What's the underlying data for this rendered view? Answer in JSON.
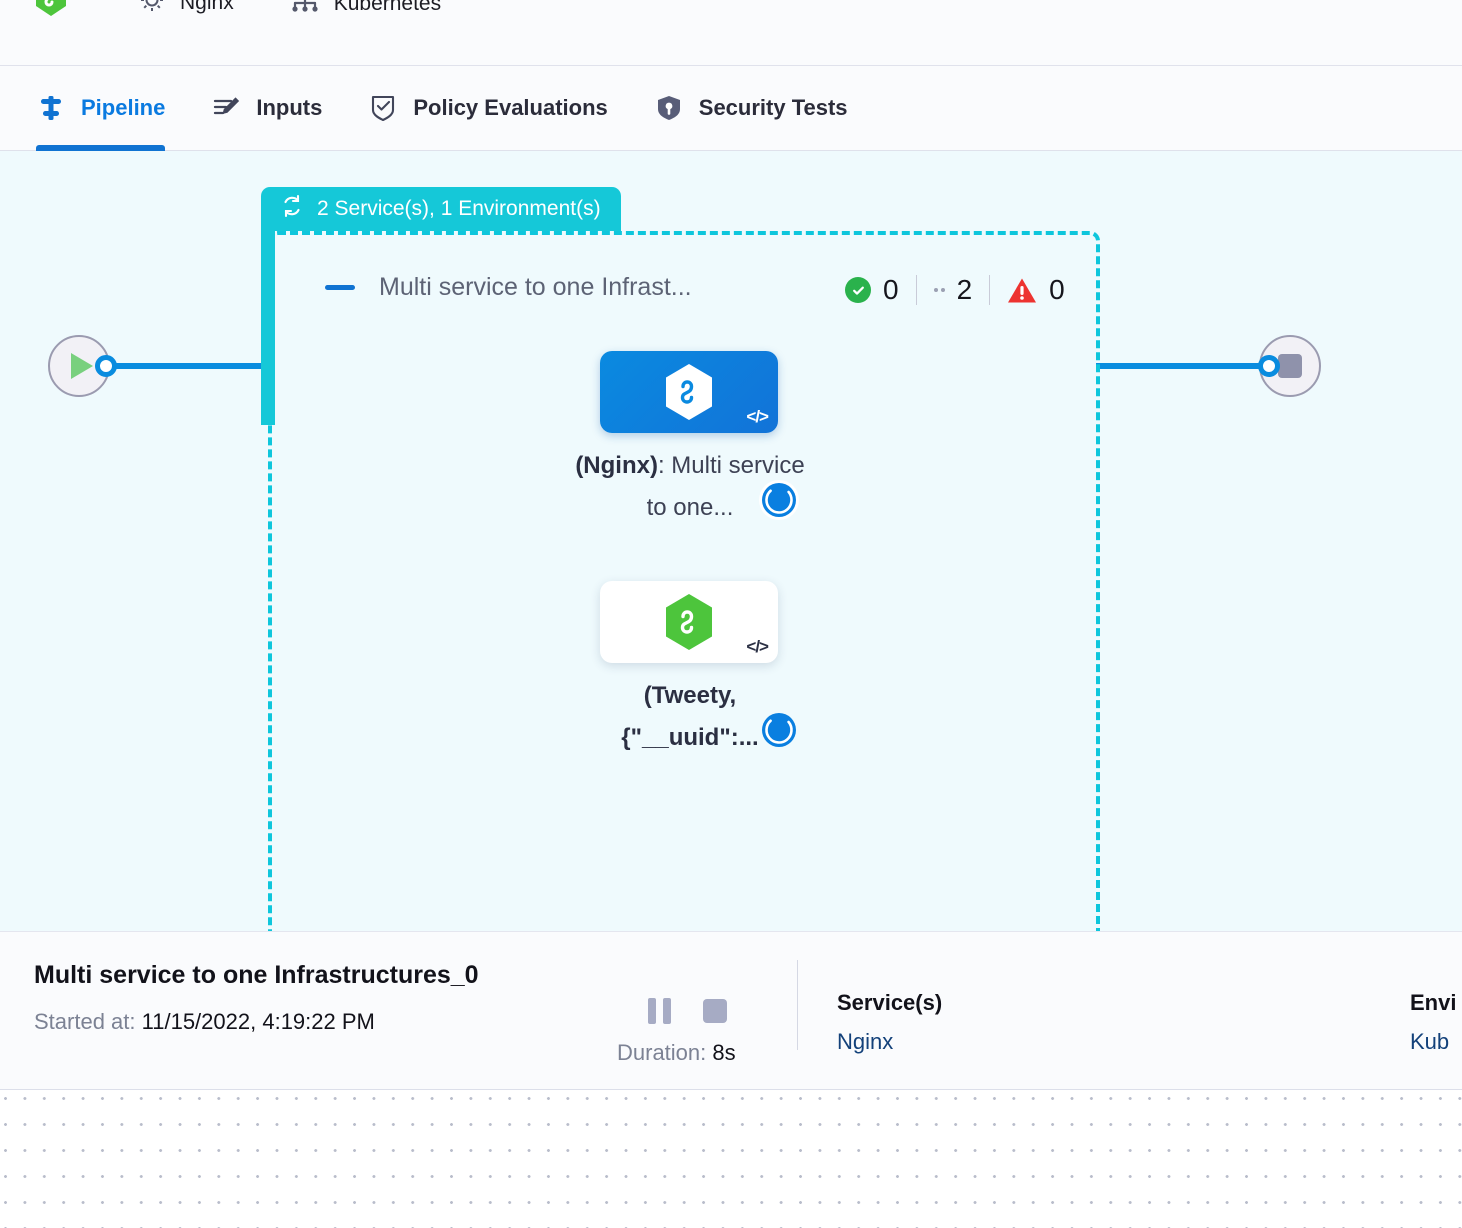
{
  "context_strip": {
    "items": [
      {
        "icon": "harness-logo-icon",
        "label": ""
      },
      {
        "icon": "gear-icon",
        "label": "Nginx"
      },
      {
        "icon": "kubernetes-icon",
        "label": "Kubernetes"
      }
    ]
  },
  "tabs": [
    {
      "id": "pipeline",
      "label": "Pipeline",
      "icon": "pipeline-icon",
      "active": true
    },
    {
      "id": "inputs",
      "label": "Inputs",
      "icon": "inputs-icon",
      "active": false
    },
    {
      "id": "policy-evaluations",
      "label": "Policy Evaluations",
      "icon": "policy-shield-check-icon",
      "active": false
    },
    {
      "id": "security-tests",
      "label": "Security Tests",
      "icon": "security-shield-icon",
      "active": false
    }
  ],
  "pipeline": {
    "group_badge": {
      "icon": "loop-repeat-icon",
      "label": "2 Service(s), 1 Environment(s)"
    },
    "stage": {
      "collapse_icon": "collapse-dash-icon",
      "title": "Multi service to one Infrast...",
      "counters": [
        {
          "icon": "success-check-icon",
          "value": "0"
        },
        {
          "icon": "running-dots-icon",
          "value": "2"
        },
        {
          "icon": "warning-triangle-icon",
          "value": "0"
        }
      ]
    },
    "nodes": [
      {
        "id": "nginx-service-node",
        "icon": "hexagon-infinity-icon",
        "code_icon": "code-brackets-icon",
        "status_icon": "running-spinner-icon",
        "label_bold": "(Nginx)",
        "label_rest": ": Multi service to one..."
      },
      {
        "id": "tweety-service-node",
        "icon": "hexagon-infinity-icon",
        "code_icon": "code-brackets-icon",
        "status_icon": "running-spinner-icon",
        "label_bold": "(Tweety,",
        "label_rest": "{\"__uuid\":..."
      }
    ],
    "start_node": {
      "icon": "play-icon"
    },
    "end_node": {
      "icon": "stop-icon"
    }
  },
  "detail_bar": {
    "title": "Multi service to one Infrastructures_0",
    "started_label": "Started at:",
    "started_value": "11/15/2022, 4:19:22 PM",
    "controls": [
      {
        "icon": "pause-icon"
      },
      {
        "icon": "stop-icon"
      }
    ],
    "duration_label": "Duration:",
    "duration_value": "8s",
    "services": {
      "header": "Service(s)",
      "value": "Nginx"
    },
    "environments": {
      "header": "Envi",
      "value": "Kub"
    }
  },
  "colors": {
    "accent_blue": "#0a8cdf",
    "group_teal": "#15c8d8",
    "dashed_cyan": "#0ec6dc",
    "success_green": "#2ab24c",
    "error_red": "#ed3330",
    "canvas_bg": "#effafd",
    "node_green": "#4dc53c"
  }
}
